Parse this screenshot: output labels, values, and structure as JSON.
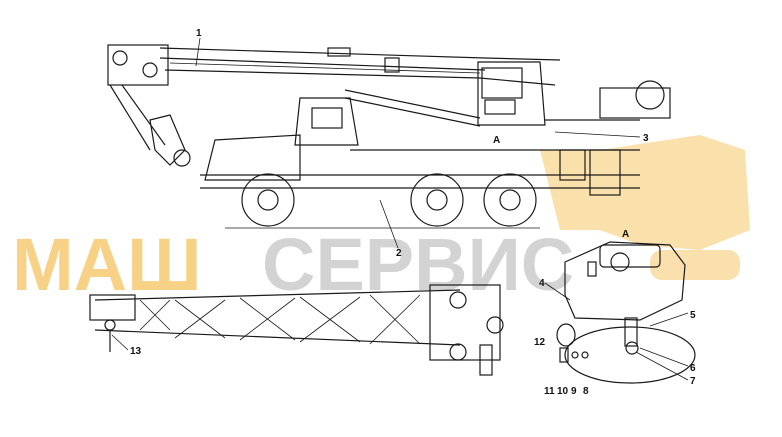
{
  "watermark": {
    "part1": "МАШ",
    "part2": "СЕРВИС",
    "color1": "#f6c768",
    "color2": "#c9c9c9",
    "icon": "excavator-watermark-icon"
  },
  "callouts": {
    "c1": "1",
    "c2": "2",
    "c3": "3",
    "c4": "4",
    "c5": "5",
    "c6": "6",
    "c7": "7",
    "c8": "8",
    "c9": "9",
    "c10": "10",
    "c11": "11",
    "c12": "12",
    "c13": "13"
  },
  "view_labels": {
    "view_a_main": "A",
    "view_a_detail": "A"
  }
}
